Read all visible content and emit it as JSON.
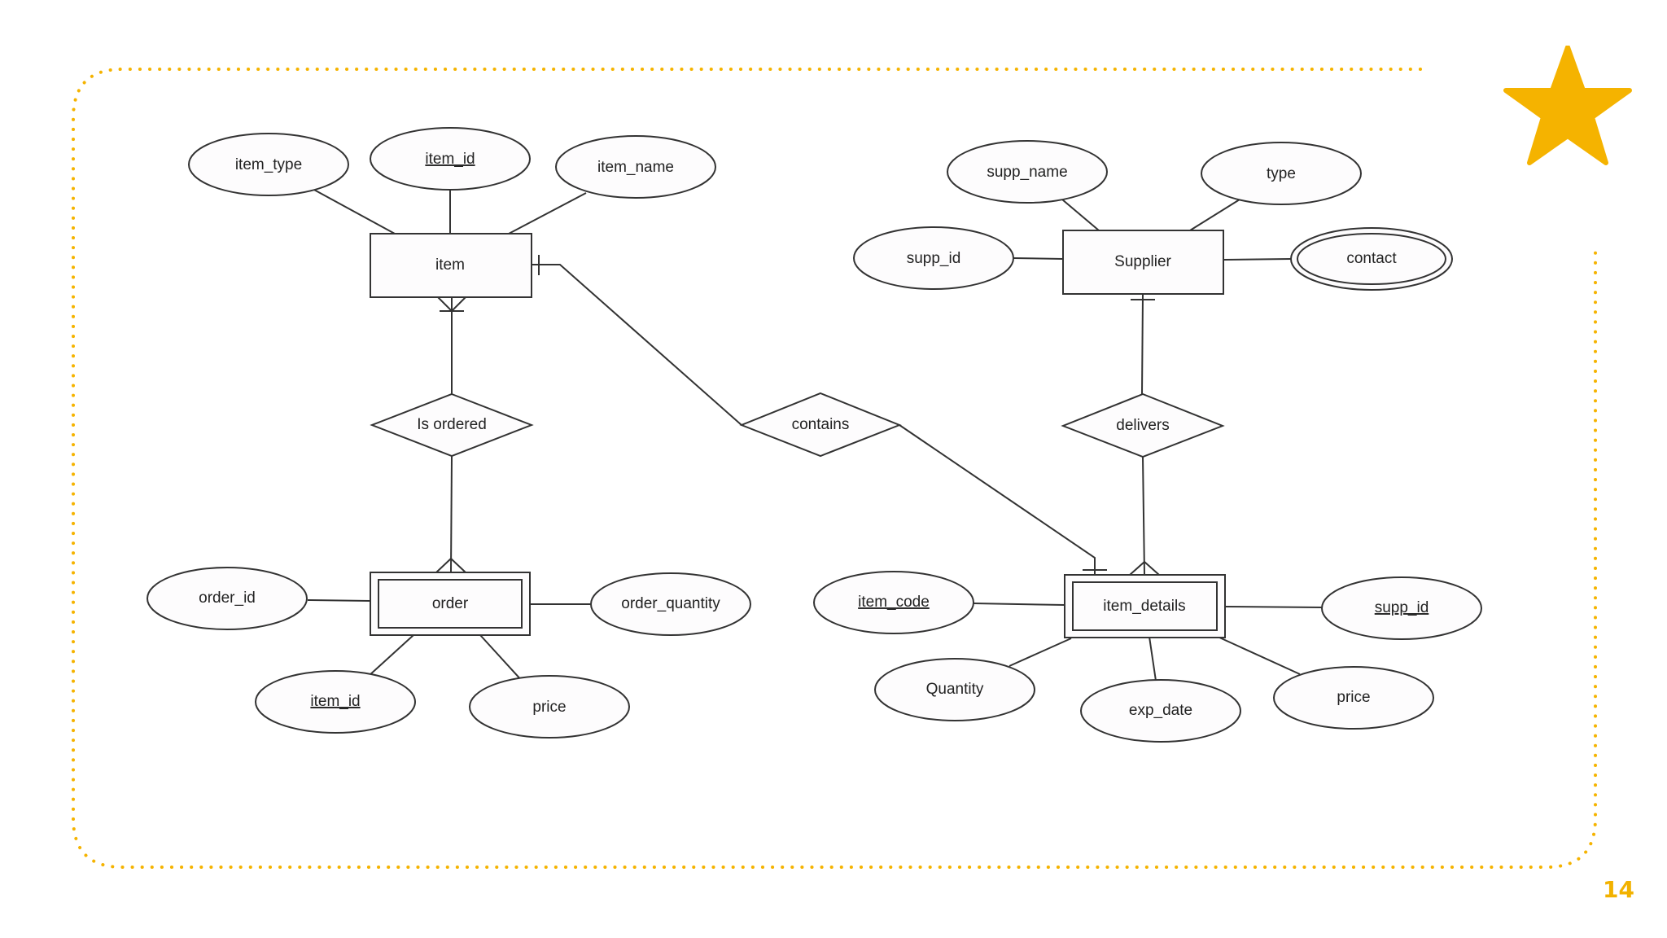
{
  "colors": {
    "accent": "#f5b300",
    "diagram_stroke": "#333333",
    "diagram_fill": "#fdfcfd"
  },
  "decorations": {
    "star_icon": "star-icon",
    "frame": "dotted-rounded-border"
  },
  "page_number": "14",
  "diagram": {
    "entities": {
      "item": "item",
      "supplier": "Supplier",
      "order": "order",
      "item_details": "item_details"
    },
    "relationships": {
      "is_ordered": "Is ordered",
      "contains": "contains",
      "delivers": "delivers"
    },
    "attributes": {
      "item_type": "item_type",
      "item_id": "item_id",
      "item_name": "item_name",
      "supp_name": "supp_name",
      "type": "type",
      "supp_id": "supp_id",
      "contact": "contact",
      "order_id": "order_id",
      "order_quantity": "order_quantity",
      "order_item_id": "item_id",
      "order_price": "price",
      "item_code": "item_code",
      "details_supp_id": "supp_id",
      "quantity": "Quantity",
      "exp_date": "exp_date",
      "details_price": "price"
    }
  }
}
